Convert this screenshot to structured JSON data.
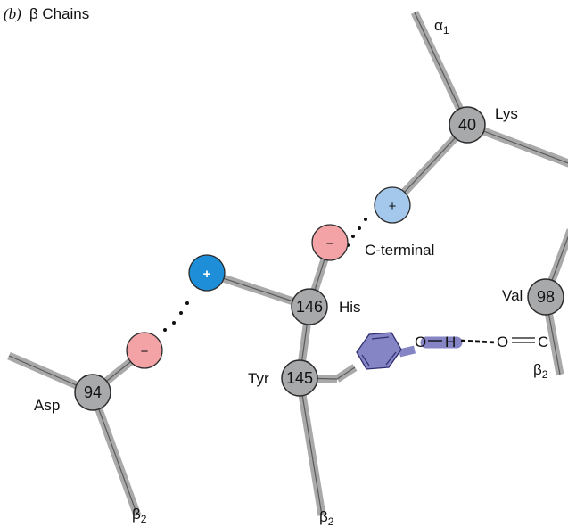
{
  "title": {
    "prefix": "(b)",
    "text": "β Chains"
  },
  "residues": [
    {
      "number": "40",
      "name": "Lys"
    },
    {
      "number": "146",
      "name": "His"
    },
    {
      "number": "145",
      "name": "Tyr"
    },
    {
      "number": "94",
      "name": "Asp"
    },
    {
      "number": "98",
      "name": "Val"
    }
  ],
  "charges": {
    "lys_plus": "+",
    "cterm_minus": "−",
    "his_plus": "+",
    "asp_minus": "−"
  },
  "terminal_label": "C-terminal",
  "chain_labels": {
    "alpha1": {
      "letter": "α",
      "sub": "1"
    },
    "beta2_asp": {
      "letter": "β",
      "sub": "2"
    },
    "beta2_tyr": {
      "letter": "β",
      "sub": "2"
    },
    "beta2_val": {
      "letter": "β",
      "sub": "2"
    }
  },
  "hbond": {
    "o1": "O",
    "h": "H",
    "o2": "O",
    "c": "C"
  },
  "colors": {
    "chain": "#a9a9a9",
    "residue_node": "#a8a9ab",
    "negative": "#f3a3a6",
    "positive_light": "#a3c8ec",
    "positive_strong": "#1e8ed8",
    "phenol": "#8585c6"
  }
}
